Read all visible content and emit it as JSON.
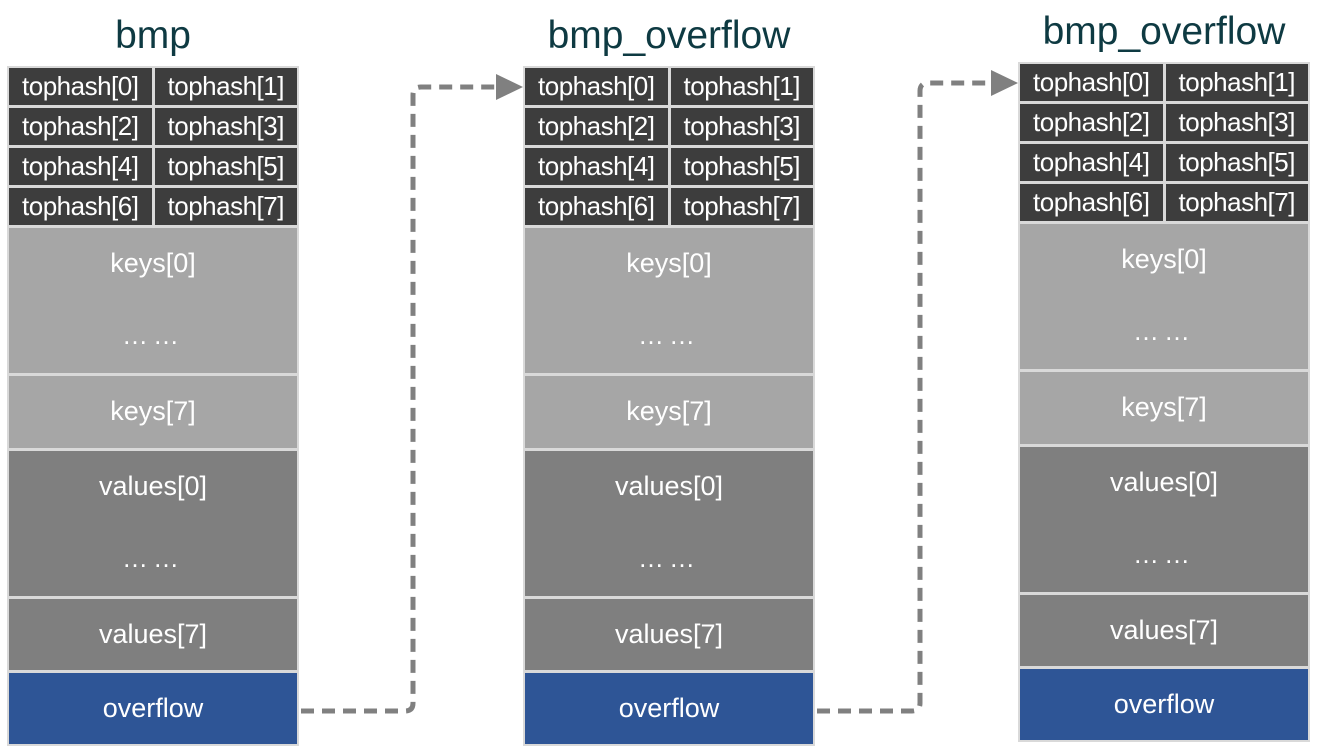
{
  "page": {
    "background": "#ffffff"
  },
  "colors": {
    "title_text": "#0e3a42",
    "tophash_bg": "#3d3d3d",
    "keys_bg": "#a6a6a6",
    "values_bg": "#7f7f7f",
    "overflow_bg": "#2e5596",
    "cell_text": "#ffffff",
    "grid_border": "#d9d9d9",
    "arrow": "#808080"
  },
  "buckets": [
    {
      "title": "bmp",
      "tophash": [
        "tophash[0]",
        "tophash[1]",
        "tophash[2]",
        "tophash[3]",
        "tophash[4]",
        "tophash[5]",
        "tophash[6]",
        "tophash[7]"
      ],
      "rows": [
        "keys[0]",
        "……",
        "keys[7]",
        "values[0]",
        "……",
        "values[7]",
        "overflow"
      ]
    },
    {
      "title": "bmp_overflow",
      "tophash": [
        "tophash[0]",
        "tophash[1]",
        "tophash[2]",
        "tophash[3]",
        "tophash[4]",
        "tophash[5]",
        "tophash[6]",
        "tophash[7]"
      ],
      "rows": [
        "keys[0]",
        "……",
        "keys[7]",
        "values[0]",
        "……",
        "values[7]",
        "overflow"
      ]
    },
    {
      "title": "bmp_overflow",
      "tophash": [
        "tophash[0]",
        "tophash[1]",
        "tophash[2]",
        "tophash[3]",
        "tophash[4]",
        "tophash[5]",
        "tophash[6]",
        "tophash[7]"
      ],
      "rows": [
        "keys[0]",
        "……",
        "keys[7]",
        "values[0]",
        "……",
        "values[7]",
        "overflow"
      ]
    }
  ],
  "arrows": [
    {
      "name": "overflow-link-1",
      "from": "bucket-1 overflow",
      "to": "bucket-2 tophash[0]",
      "style": "dashed"
    },
    {
      "name": "overflow-link-2",
      "from": "bucket-2 overflow",
      "to": "bucket-3 tophash[0]",
      "style": "dashed"
    }
  ]
}
